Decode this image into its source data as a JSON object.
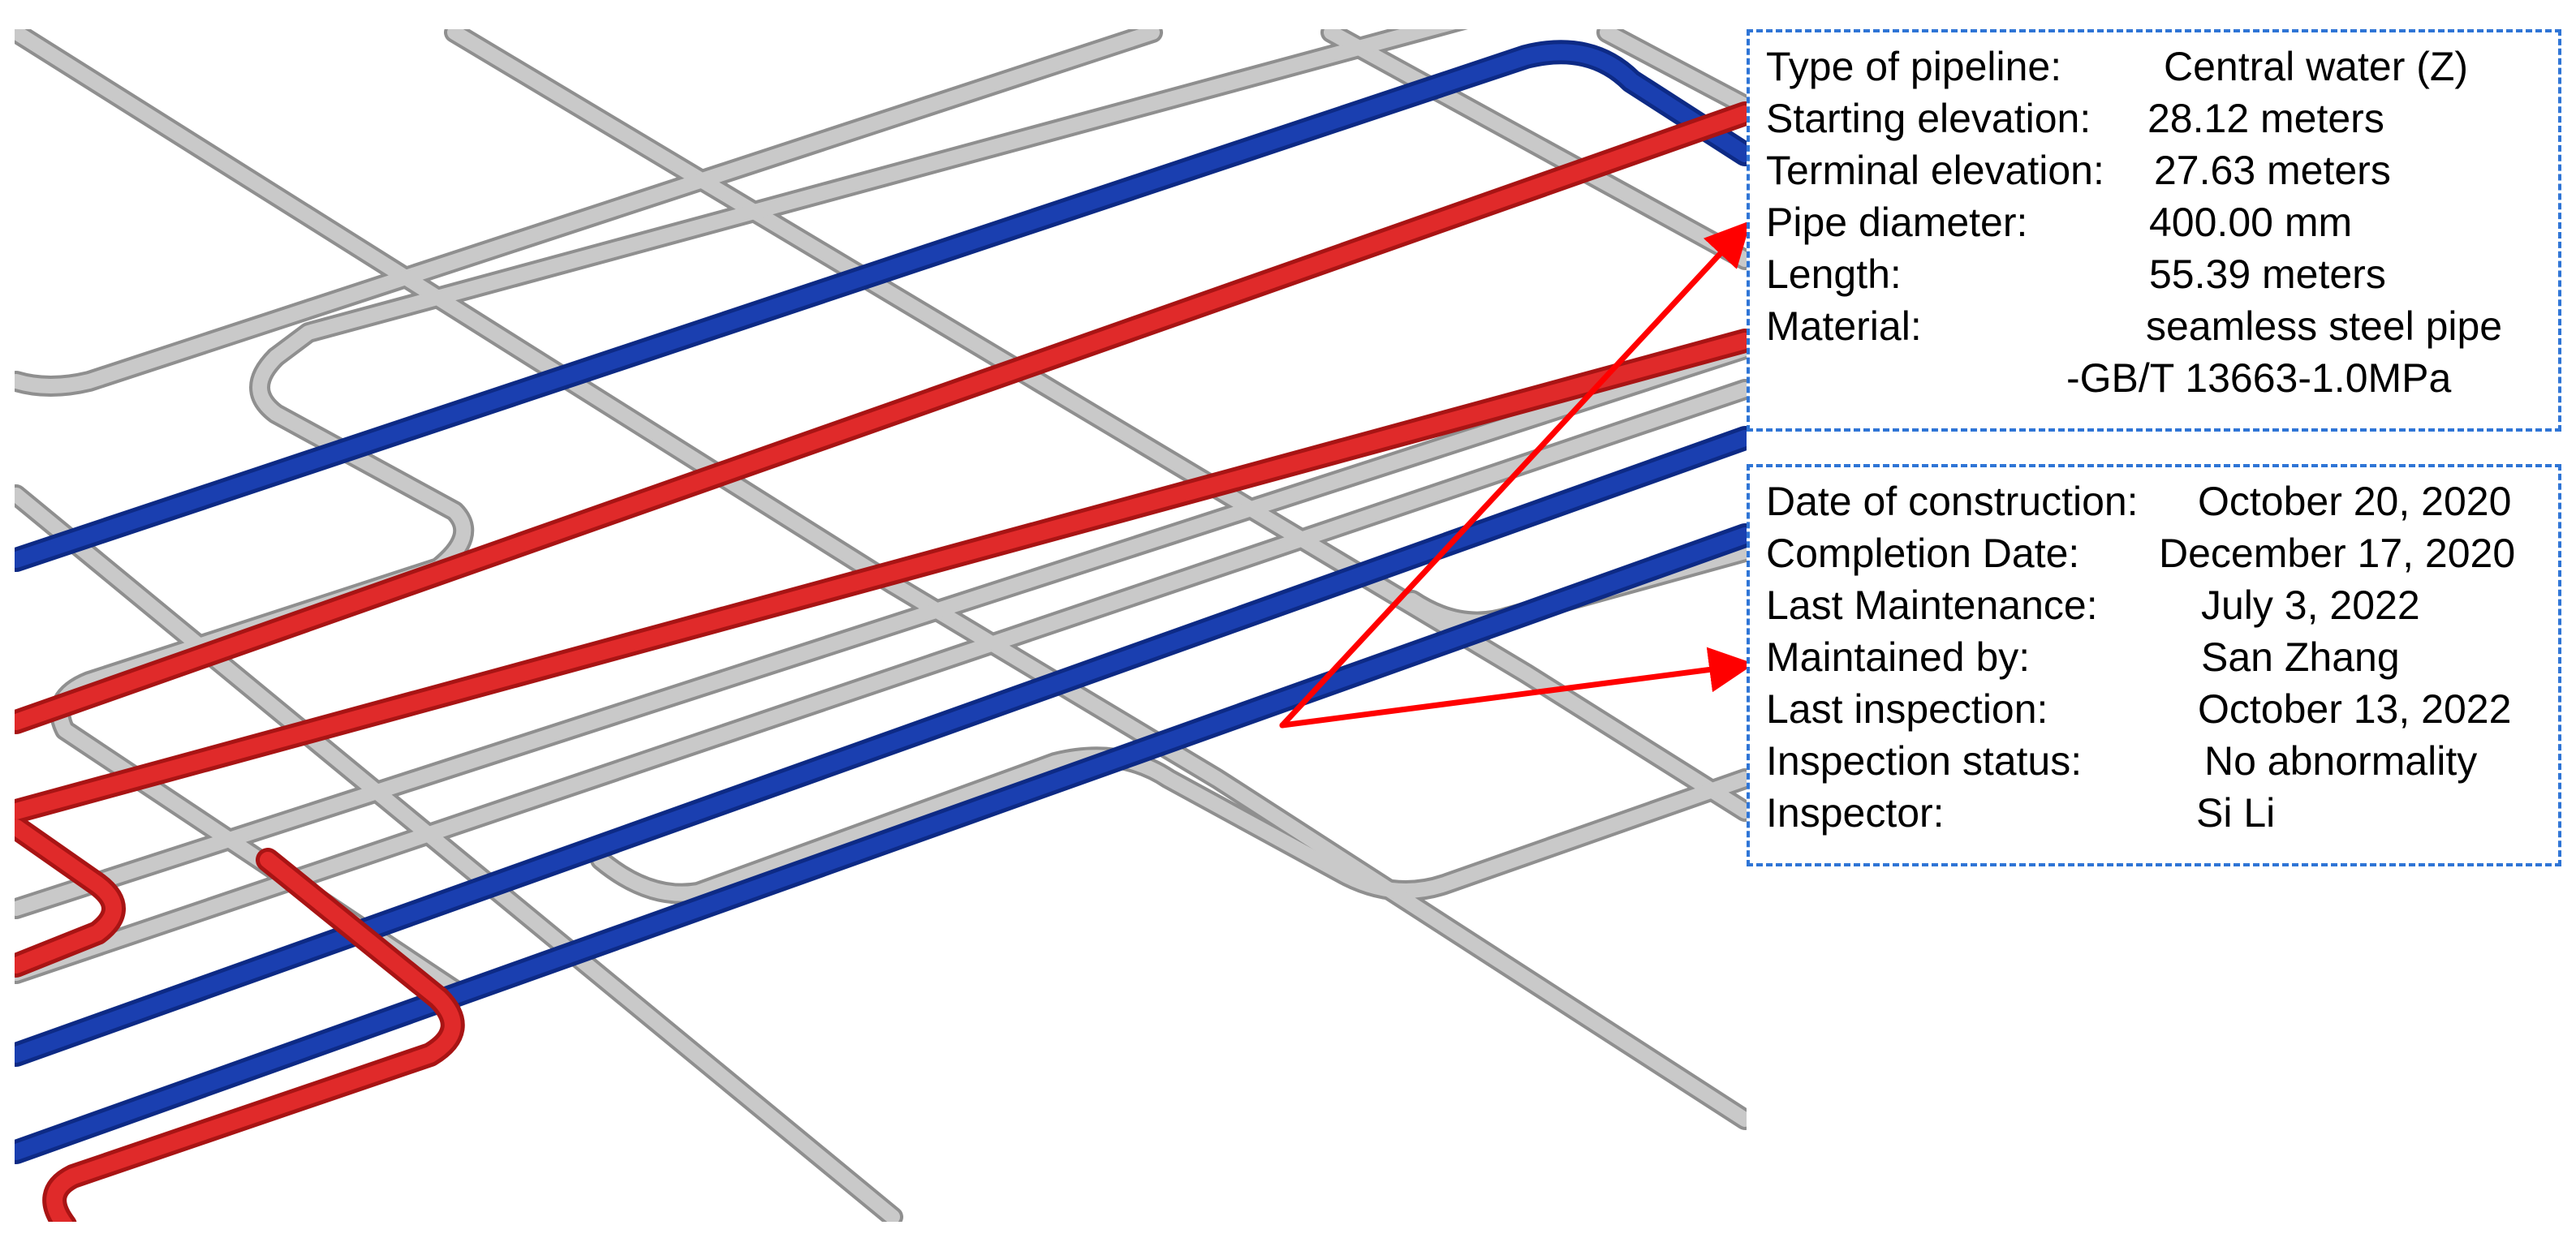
{
  "colors": {
    "pipe_gray": "#b8b8b8",
    "pipe_blue": "#1a3fb0",
    "pipe_red": "#e02a2a",
    "annotation_arrow": "#ff0000",
    "box_border": "#2f75d6"
  },
  "pipe_info": {
    "rows": [
      {
        "label": "Type of pipeline:",
        "value": "Central water (Z)"
      },
      {
        "label": "Starting elevation:",
        "value": "28.12 meters"
      },
      {
        "label": "Terminal elevation:",
        "value": "27.63 meters"
      },
      {
        "label": "Pipe diameter:",
        "value": "400.00 mm"
      },
      {
        "label": "Length:",
        "value": "55.39 meters"
      },
      {
        "label": "Material:",
        "value": "seamless steel pipe"
      },
      {
        "label": "",
        "value": "-GB/T 13663-1.0MPa"
      }
    ]
  },
  "maintenance_info": {
    "rows": [
      {
        "label": "Date of construction:",
        "value": "October 20, 2020"
      },
      {
        "label": "Completion Date:",
        "value": "December 17, 2020"
      },
      {
        "label": "Last Maintenance:",
        "value": "July 3, 2022"
      },
      {
        "label": "Maintained by:",
        "value": "San Zhang"
      },
      {
        "label": "Last inspection:",
        "value": "October 13, 2022"
      },
      {
        "label": "Inspection status:",
        "value": "No abnormality"
      },
      {
        "label": "Inspector:",
        "value": "Si Li"
      }
    ]
  }
}
